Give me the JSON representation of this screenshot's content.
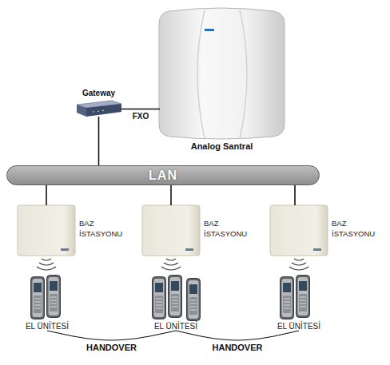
{
  "diagram": {
    "nodes": [
      {
        "text": [
          "Analog Santral"
        ]
      },
      {
        "text": [
          "Gateway"
        ]
      },
      {
        "text": [
          "LAN"
        ]
      },
      {
        "text": [
          "BAZ İSTASYONU"
        ]
      },
      {
        "text": [
          "BAZ İSTASYONU"
        ]
      },
      {
        "text": [
          "BAZ İSTASYONU"
        ]
      },
      {
        "text": [
          "EL ÜNİTESİ"
        ]
      },
      {
        "text": [
          "EL ÜNİTESİ"
        ]
      },
      {
        "text": [
          "EL ÜNİTESİ"
        ]
      }
    ],
    "edges": [
      {
        "from": 1,
        "to": 0,
        "label": "FXO",
        "arrow": "none"
      },
      {
        "from": 1,
        "to": 2,
        "arrow": "none"
      },
      {
        "from": 2,
        "to": 3,
        "arrow": "none"
      },
      {
        "from": 2,
        "to": 4,
        "arrow": "none"
      },
      {
        "from": 2,
        "to": 5,
        "arrow": "none"
      },
      {
        "from": 6,
        "to": 7,
        "label": "HANDOVER",
        "arrow": "none"
      },
      {
        "from": 7,
        "to": 8,
        "label": "HANDOVER",
        "arrow": "none"
      }
    ]
  }
}
